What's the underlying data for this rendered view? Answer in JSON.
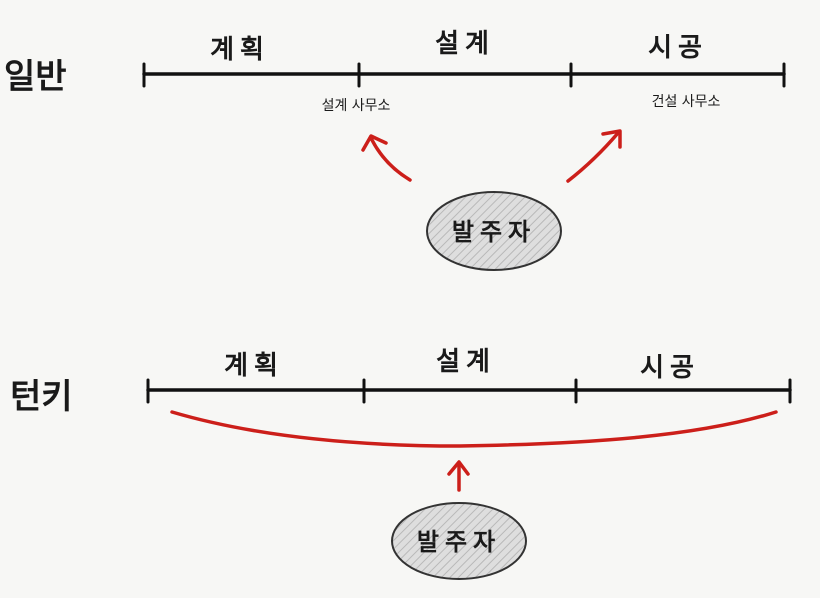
{
  "general": {
    "label": "일반",
    "phases": [
      "계획",
      "설계",
      "시공"
    ],
    "offices": {
      "design": "설계 사무소",
      "construction": "건설 사무소"
    },
    "owner": "발주자"
  },
  "turnkey": {
    "label": "턴키",
    "phases": [
      "계획",
      "설계",
      "시공"
    ],
    "owner": "발주자"
  },
  "colors": {
    "arrow": "#cc1f1a",
    "line": "#111111",
    "ellipse_fill": "#d9d9d9"
  }
}
